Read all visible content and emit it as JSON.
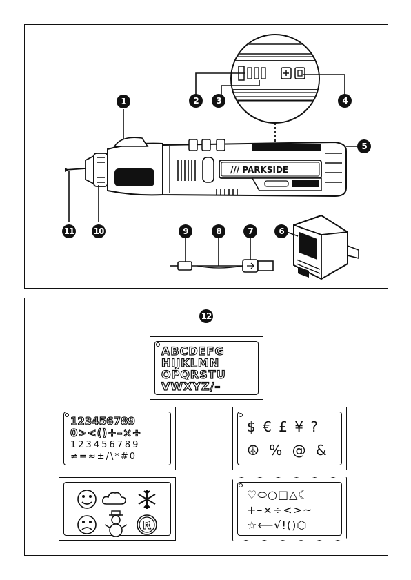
{
  "top_panel": {
    "callouts": [
      "1",
      "2",
      "3",
      "4",
      "5",
      "6",
      "7",
      "8",
      "9",
      "10",
      "11"
    ],
    "brand_label": "/// PARKSIDE"
  },
  "bottom_panel": {
    "callout": "12",
    "stencil_letters": {
      "rows": [
        "ABCDEFG",
        "HIJKLMN",
        "OPQRSTU",
        "VWXYZ/–"
      ]
    },
    "stencil_numbers": {
      "rows": [
        "123456789",
        "0><()+–×÷",
        "123456789",
        "≠=≈±/\\*#0"
      ]
    },
    "stencil_currency": {
      "rows": [
        "$ € £ ¥ ?",
        "☮ % @ &"
      ]
    },
    "stencil_emoji": {
      "icons": [
        "smiley-face",
        "cloud",
        "snowflake",
        "sad-face",
        "snowman",
        "registered-mark"
      ]
    },
    "stencil_shapes": {
      "rows": [
        "♡⬭○□△☾",
        "+–×÷<>~",
        "☆⟵√!()⬡"
      ]
    }
  }
}
